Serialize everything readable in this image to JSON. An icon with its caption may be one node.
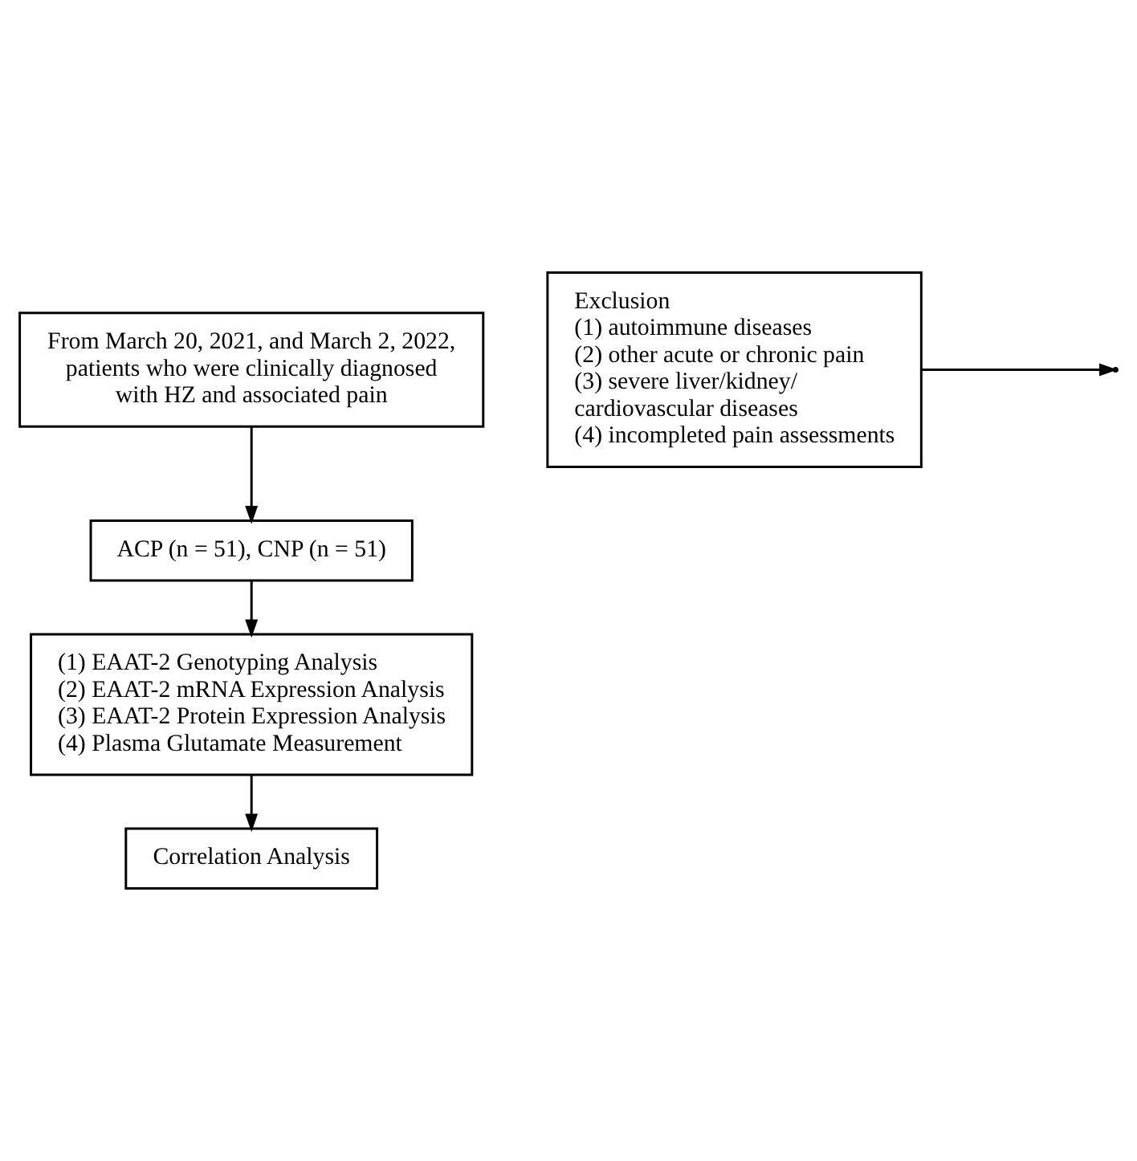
{
  "diagram": {
    "nodes": [
      {
        "text": [
          "From March 20, 2021, and March 2, 2022, patients who were clinically diagnosed with HZ and associated pain"
        ]
      },
      {
        "text": [
          "Exclusion",
          "(1) autoimmune diseases",
          "(2) other acute or chronic pain",
          "(3) severe liver/kidney/ cardiovascular diseases",
          "(4) incompleted pain assessments"
        ]
      },
      {
        "text": [
          "ACP (n = 51), CNP (n = 51)"
        ]
      },
      {
        "text": [
          "(1) EAAT-2 Genotyping Analysis",
          "(2) EAAT-2 mRNA Expression Analysis",
          "(3) EAAT-2 Protein Expression Analysis",
          "(4) Plasma Glutamate Measurement"
        ]
      },
      {
        "text": [
          "Correlation Analysis"
        ]
      }
    ],
    "edges": [
      {
        "from": 0,
        "to": 2,
        "arrow": "to"
      },
      {
        "from": 1,
        "to": null,
        "arrow": "to"
      },
      {
        "from": 2,
        "to": 3,
        "arrow": "to"
      },
      {
        "from": 3,
        "to": 4,
        "arrow": "to"
      }
    ]
  }
}
